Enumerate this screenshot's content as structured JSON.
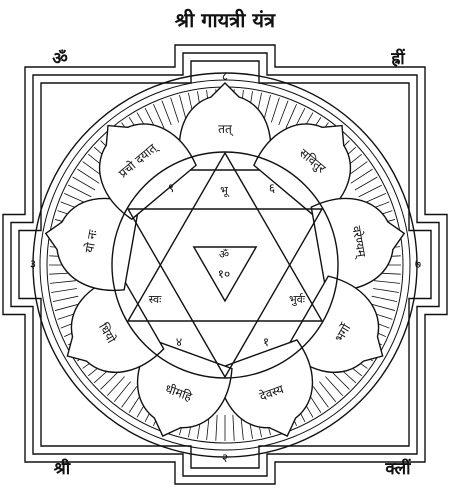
{
  "title": "श्री गायत्री यंत्र",
  "corners": {
    "top_left": "ॐ",
    "top_right": "ह्रीं",
    "bottom_left": "श्री",
    "bottom_right": "क्लीं"
  },
  "gate_numbers": {
    "top": "८",
    "left": "३",
    "right": "७",
    "bottom": "२"
  },
  "petals": [
    {
      "label": "तत्",
      "angle": 0
    },
    {
      "label": "सवितुर",
      "angle": 40
    },
    {
      "label": "वरेण्यम्",
      "angle": 80
    },
    {
      "label": "भर्गो",
      "angle": 120
    },
    {
      "label": "देवस्य",
      "angle": 160
    },
    {
      "label": "धीमहि",
      "angle": 200
    },
    {
      "label": "धियो",
      "angle": 240
    },
    {
      "label": "यो नः",
      "angle": 280
    },
    {
      "label": "प्रचो दयात्",
      "angle": 320
    }
  ],
  "hexagram": {
    "top": "भू",
    "upper_left_num": "९",
    "upper_right_num": "६",
    "left": "स्वः",
    "right": "भुर्वः",
    "lower_left_num": "४",
    "lower_right_num": "१"
  },
  "center": {
    "syllable": "ॐ",
    "number": "१०"
  }
}
